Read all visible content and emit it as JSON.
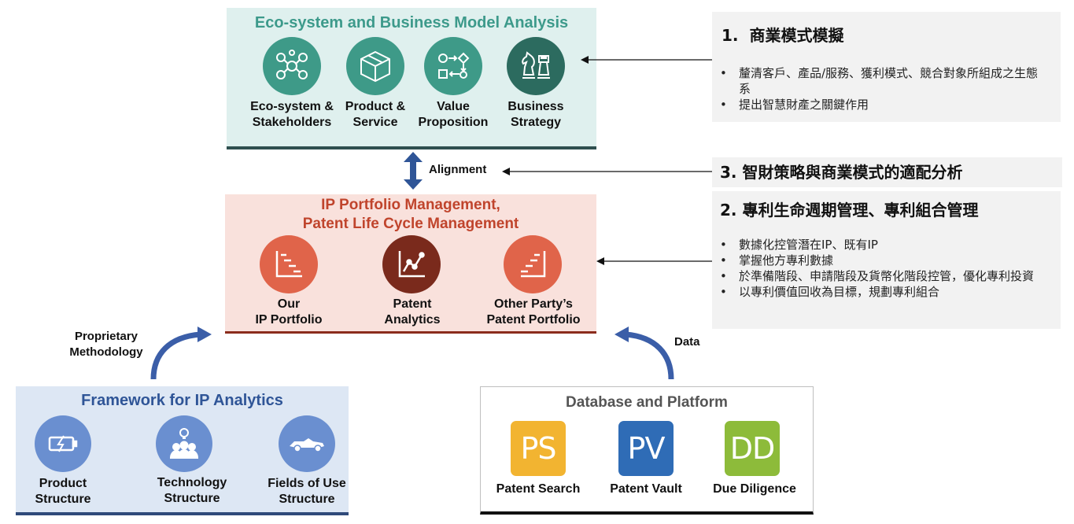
{
  "ecosystem": {
    "title": "Eco-system and Business Model Analysis",
    "items": [
      {
        "label1": "Eco-system &",
        "label2": "Stakeholders",
        "icon": "network-icon"
      },
      {
        "label1": "Product &",
        "label2": "Service",
        "icon": "box-icon"
      },
      {
        "label1": "Value",
        "label2": "Proposition",
        "icon": "flow-icon"
      },
      {
        "label1": "Business",
        "label2": "Strategy",
        "icon": "chess-icon"
      }
    ]
  },
  "alignment": {
    "label": "Alignment"
  },
  "ip": {
    "title1": "IP Portfolio Management,",
    "title2": "Patent Life Cycle Management",
    "items": [
      {
        "label1": "Our",
        "label2": "IP Portfolio",
        "icon": "stair-chart-icon"
      },
      {
        "label1": "Patent",
        "label2": "Analytics",
        "icon": "analytics-icon"
      },
      {
        "label1": "Other Party’s",
        "label2": "Patent Portfolio",
        "icon": "stair-chart-icon"
      }
    ]
  },
  "framework": {
    "title": "Framework for IP Analytics",
    "items": [
      {
        "label1": "Product",
        "label2": "Structure",
        "icon": "battery-icon"
      },
      {
        "label1": "Technology",
        "label2": "Structure",
        "icon": "team-idea-icon"
      },
      {
        "label1": "Fields of Use",
        "label2": "Structure",
        "icon": "race-car-icon"
      }
    ]
  },
  "database": {
    "title": "Database and Platform",
    "items": [
      {
        "abbr": "PS",
        "label": "Patent Search",
        "color": "#f2b431"
      },
      {
        "abbr": "PV",
        "label": "Patent Vault",
        "color": "#2f6cb6"
      },
      {
        "abbr": "DD",
        "label": "Due Diligence",
        "color": "#8dbb3a"
      }
    ]
  },
  "connectors": {
    "methodology1": "Proprietary",
    "methodology2": "Methodology",
    "data": "Data"
  },
  "panels": {
    "p1": {
      "heading": "1.  商業模式模擬",
      "b1": "釐清客戶、產品/服務、獲利模式、競合對象所組成之生態系",
      "b2": "提出智慧財產之關鍵作用"
    },
    "p3": {
      "heading": "3. 智財策略與商業模式的適配分析"
    },
    "p2": {
      "heading": "2. 專利生命週期管理、專利組合管理",
      "b1": "數據化控管潛在IP、既有IP",
      "b2": "掌握他方專利數據",
      "b3": "於準備階段、申請階段及貨幣化階段控管，優化專利投資",
      "b4": "以專利價值回收為目標，規劃專利組合"
    }
  },
  "colors": {
    "eco_bg": "#dff0ee",
    "eco_title": "#3d9a8b",
    "eco_circle": "#3e9a88",
    "eco_dark": "#2c6b5f",
    "ip_bg": "#f9e1dc",
    "ip_title": "#c0442c",
    "ip_circle": "#e0644a",
    "ip_dark": "#7a2a1c",
    "fw_bg": "#dde7f4",
    "fw_title": "#2f5597",
    "fw_circle": "#6a8fd0",
    "arrow": "#3b5ea8"
  }
}
